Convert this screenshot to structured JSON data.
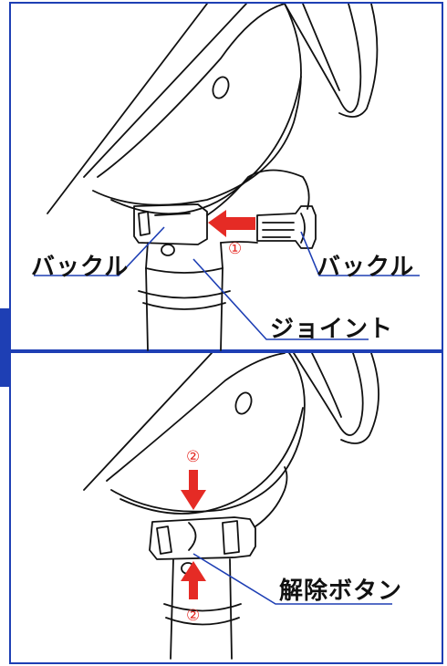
{
  "labels": {
    "buckle_left": "バックル",
    "buckle_right": "バックル",
    "joint": "ジョイント",
    "release_button": "解除ボタン"
  },
  "step_numbers": {
    "step1": "①",
    "step2_top": "②",
    "step2_bottom": "②"
  },
  "colors": {
    "frame": "#1e3fb4",
    "arrow": "#e52b25",
    "leader_line": "#1e3fb4",
    "outline": "#111111"
  }
}
